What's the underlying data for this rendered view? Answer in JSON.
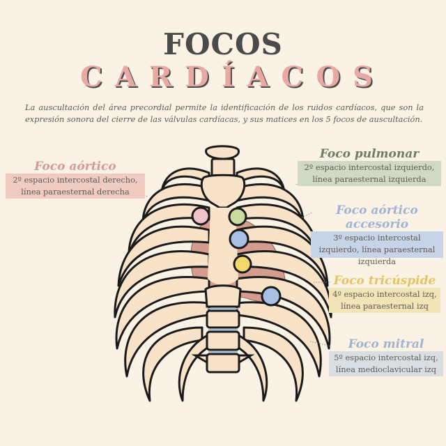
{
  "header": {
    "title": "FOCOS",
    "subtitle": "CARDÍACOS"
  },
  "intro": "La auscultación del área precordial permite la identificación de los ruidos cardíacos, que son la expresión sonora del cierre de las válvulas cardíacas, y sus matices en los 5 focos de auscultación.",
  "foci": {
    "aortic": {
      "title": "Foco aórtico",
      "description": "2º espacio intercostal derecho, línea paraesternal derecha",
      "color": "#f0c2c6"
    },
    "pulmonary": {
      "title": "Foco pulmonar",
      "description": "2º espacio intercostal izquierdo, línea paraesternal izquierda",
      "color": "#c8dca0"
    },
    "accessory_aortic": {
      "title": "Foco aórtico accesorio",
      "description": "3º espacio intercostal izquierdo, línea paraesternal izquierda",
      "color": "#a9bfe6"
    },
    "tricuspid": {
      "title": "Foco tricúspide",
      "description": "4º espacio intercostal izq, línea paraesternal izq",
      "color": "#f3d86a"
    },
    "mitral": {
      "title": "Foco mitral",
      "description": "5º espacio intercostal izq, línea medioclavicular izq",
      "color": "#a9bfe6"
    }
  },
  "colors": {
    "background": "#faf3e5",
    "bone": "#f8e3c8",
    "heart": "#d39385",
    "outline": "#1a1a1a"
  }
}
